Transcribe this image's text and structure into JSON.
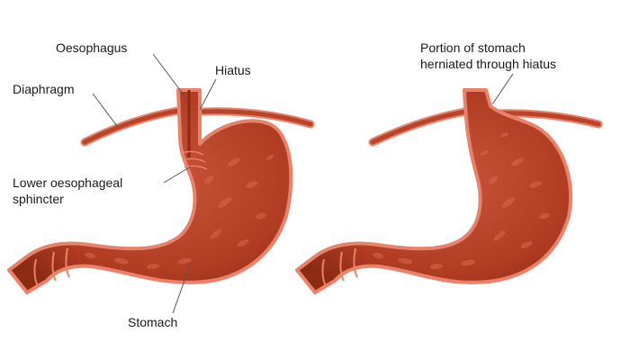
{
  "colors": {
    "background": "#ffffff",
    "tissue_outline": "#e8826a",
    "tissue_fill": "#b8442a",
    "tissue_dark": "#8c2a14",
    "tissue_light": "#e07a5e",
    "fold_highlight": "#d9694b",
    "leader_line": "#555555",
    "label_text": "#1a1a1a"
  },
  "normal": {
    "labels": {
      "oesophagus": "Oesophagus",
      "hiatus": "Hiatus",
      "diaphragm": "Diaphragm",
      "sphincter_line1": "Lower oesophageal",
      "sphincter_line2": "sphincter",
      "stomach": "Stomach"
    }
  },
  "hernia": {
    "labels": {
      "portion_line1": "Portion of stomach",
      "portion_line2": "herniated through hiatus"
    }
  }
}
